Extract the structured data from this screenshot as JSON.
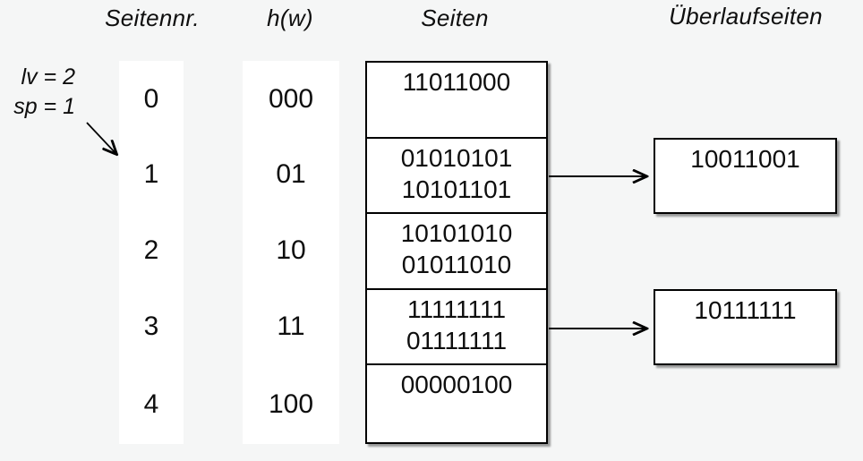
{
  "headers": {
    "pagenr": "Seitennr.",
    "hash": "h(w)",
    "pages": "Seiten",
    "overflow": "Überlaufseiten"
  },
  "annotation": {
    "level": "lv = 2",
    "split_pointer": "sp = 1"
  },
  "rows": [
    {
      "pagenr": "0",
      "hash": "000",
      "entries": [
        "11011000"
      ]
    },
    {
      "pagenr": "1",
      "hash": "01",
      "entries": [
        "01010101",
        "10101101"
      ],
      "overflow": "10011001"
    },
    {
      "pagenr": "2",
      "hash": "10",
      "entries": [
        "10101010",
        "01011010"
      ]
    },
    {
      "pagenr": "3",
      "hash": "11",
      "entries": [
        "11111111",
        "01111111"
      ],
      "overflow": "10111111"
    },
    {
      "pagenr": "4",
      "hash": "100",
      "entries": [
        "00000100"
      ]
    }
  ],
  "colors": {
    "background": "#f5f6f6",
    "box_fill": "#ffffff",
    "line": "#000000",
    "text": "#0e0e0e"
  }
}
